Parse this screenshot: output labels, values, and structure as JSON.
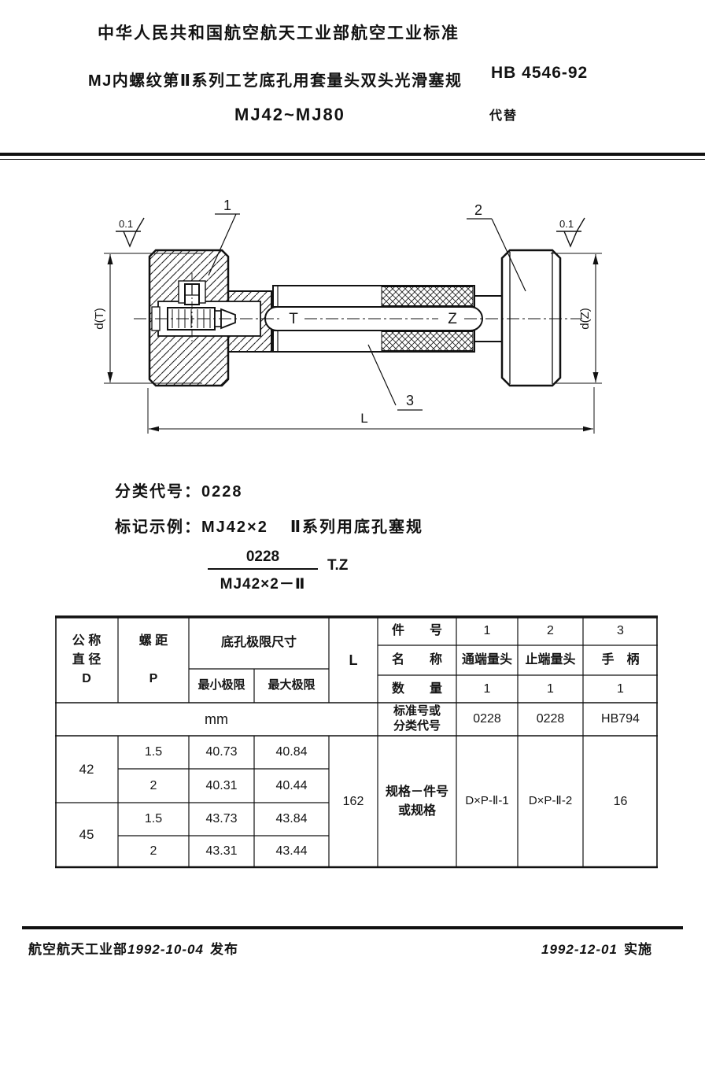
{
  "header": {
    "org_standard": "中华人民共和国航空航天工业部航空工业标准",
    "title": "MJ内螺纹第Ⅱ系列工艺底孔用套量头双头光滑塞规",
    "standard_no": "HB 4546-92",
    "size_range": "MJ42~MJ80",
    "supersedes": "代替"
  },
  "drawing": {
    "callout_1": "1",
    "callout_2": "2",
    "callout_3": "3",
    "go_label": "T",
    "nogo_label": "Z",
    "dim_left": "d(T)",
    "dim_right": "d(Z)",
    "dim_length": "L",
    "roughness_left": "0.1",
    "roughness_right": "0.1"
  },
  "designation": {
    "class_code_label": "分类代号：",
    "class_code": "0228",
    "example_label": "标记示例：MJ42×2",
    "example_desc": "Ⅱ系列用底孔塞规",
    "fraction_numerator": "0228",
    "fraction_denominator": "MJ42×2－Ⅱ",
    "fraction_suffix": "T.Z"
  },
  "table": {
    "head": {
      "nominal_diameter": "公 称\n直 径\nD",
      "pitch": "螺 距\n\nP",
      "hole_limits": "底孔极限尺寸",
      "min_limit": "最小极限",
      "max_limit": "最大极限",
      "length": "L",
      "unit": "mm",
      "part_no": "件　　号",
      "name": "名　　称",
      "qty": "数　　量",
      "std_or_class": "标准号或\n分类代号",
      "spec_or_partno": "规格－件号\n或规格"
    },
    "parts": [
      {
        "no": "1",
        "name": "通端量头",
        "qty": "1",
        "code": "0228",
        "spec": "D×P-Ⅱ-1"
      },
      {
        "no": "2",
        "name": "止端量头",
        "qty": "1",
        "code": "0228",
        "spec": "D×P-Ⅱ-2"
      },
      {
        "no": "3",
        "name": "手　柄",
        "qty": "1",
        "code": "HB794",
        "spec": "16"
      }
    ],
    "length_value": "162",
    "groups": [
      {
        "d": "42",
        "rows": [
          {
            "p": "1.5",
            "min": "40.73",
            "max": "40.84"
          },
          {
            "p": "2",
            "min": "40.31",
            "max": "40.44"
          }
        ]
      },
      {
        "d": "45",
        "rows": [
          {
            "p": "1.5",
            "min": "43.73",
            "max": "43.84"
          },
          {
            "p": "2",
            "min": "43.31",
            "max": "43.44"
          }
        ]
      }
    ]
  },
  "footer": {
    "issuer": "航空航天工业部",
    "issue_date": "1992-10-04",
    "issue_label": "发布",
    "effective_date": "1992-12-01",
    "effective_label": "实施"
  }
}
